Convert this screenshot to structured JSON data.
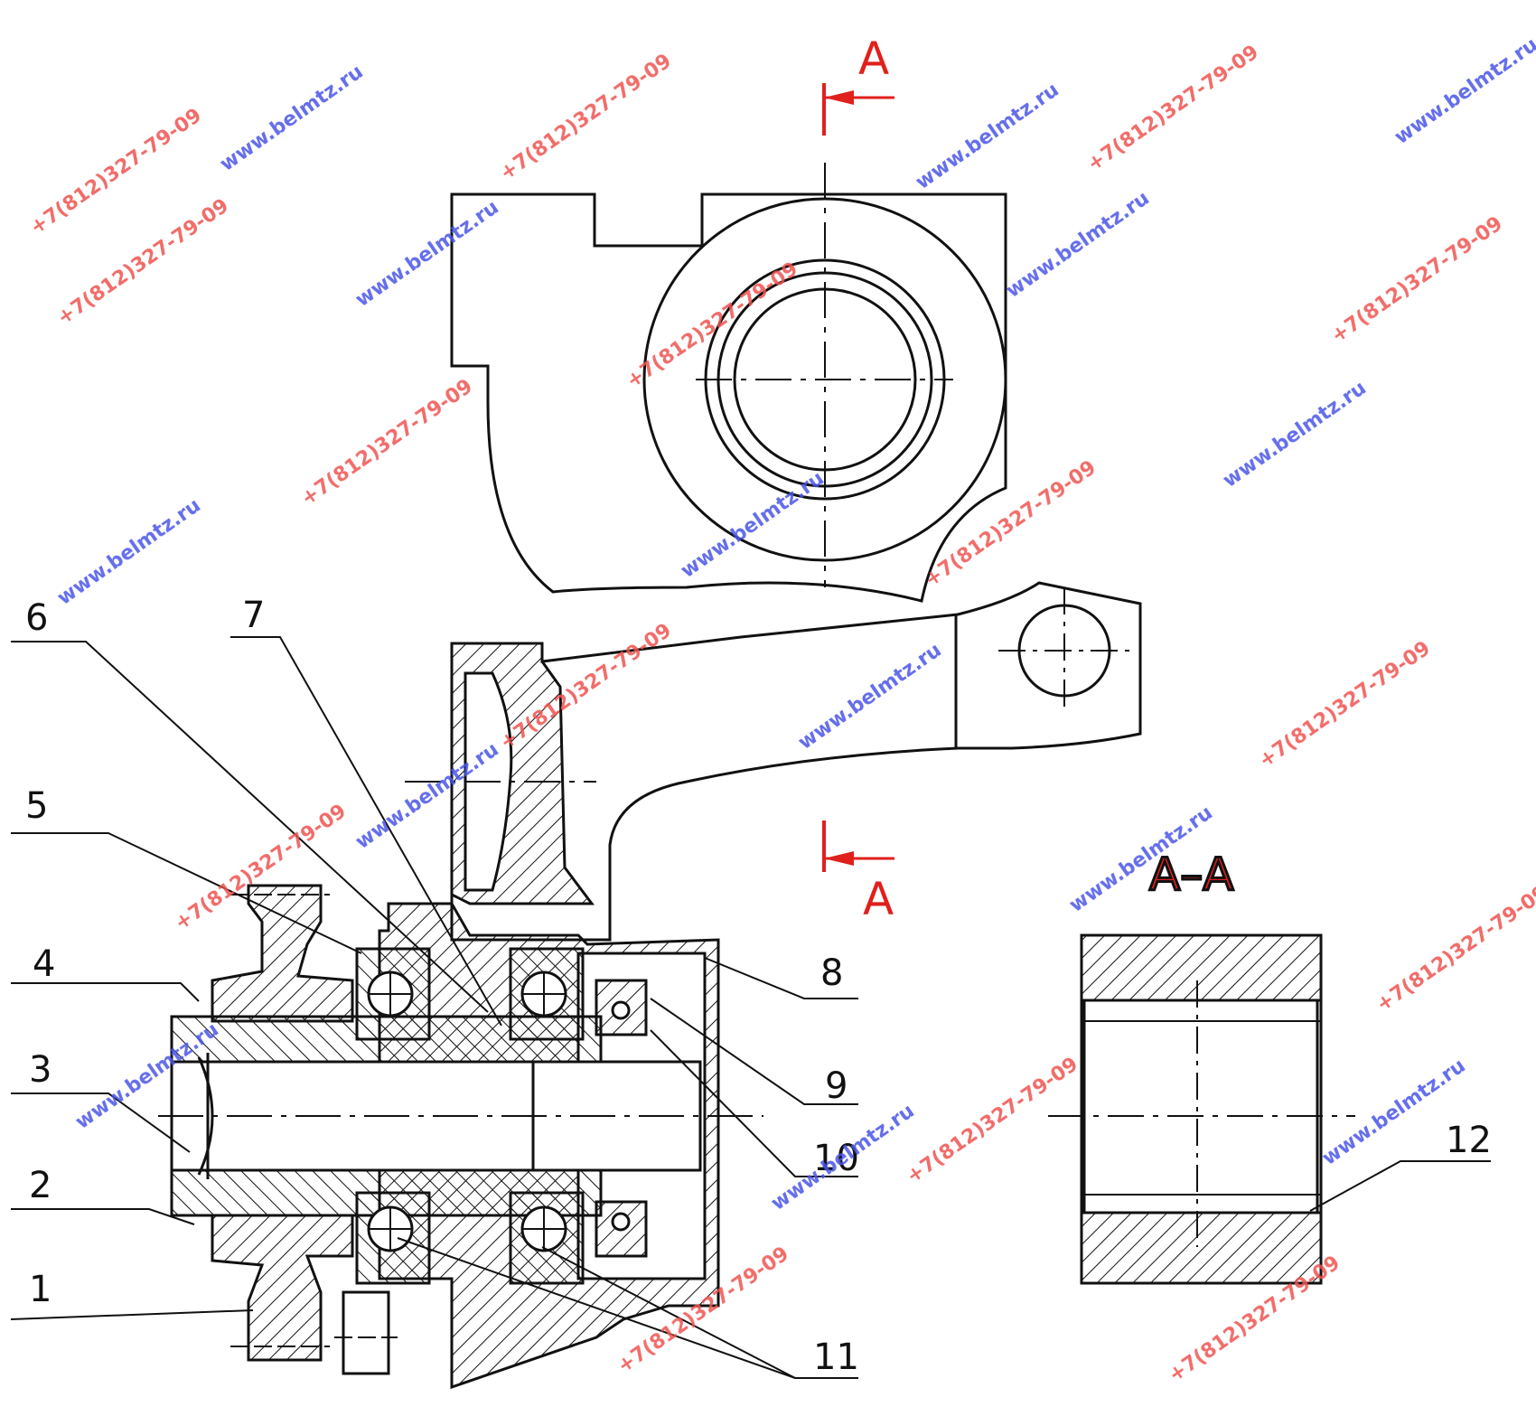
{
  "section": {
    "label_top": "A",
    "label_bottom": "A",
    "view_title": "A–A"
  },
  "callouts": [
    "1",
    "2",
    "3",
    "4",
    "5",
    "6",
    "7",
    "8",
    "9",
    "10",
    "11",
    "12"
  ],
  "watermark": {
    "site": "www.belmtz.ru",
    "phone": "+7(812)327-79-09"
  },
  "colors": {
    "line": "#111111",
    "section_marker": "#e0201c",
    "watermark_site": "#4a55e8",
    "watermark_phone": "#ef5350"
  }
}
